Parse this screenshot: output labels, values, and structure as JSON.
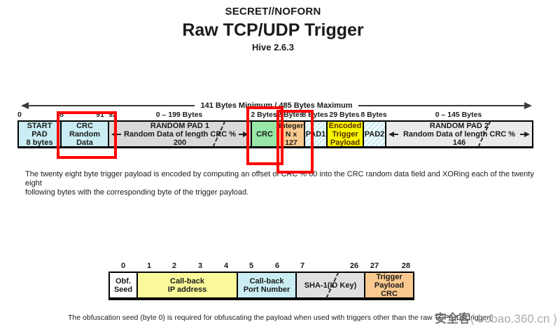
{
  "header": {
    "classification": "SECRET//NOFORN",
    "title": "Raw TCP/UDP Trigger",
    "version": "Hive 2.6.3"
  },
  "packet_diagram": {
    "size_range_label": "141 Bytes Minimum / 485 Bytes Maximum",
    "byte_labels": [
      "0",
      "8",
      "91",
      "92",
      "0 – 199 Bytes",
      "2 Bytes",
      "2 Bytes",
      "8 Bytes",
      "29 Bytes",
      "8 Bytes",
      "0 – 145 Bytes"
    ],
    "fields": {
      "start_pad": "START\nPAD\n8 bytes",
      "crc_random_data": "CRC\nRandom\nData",
      "random_pad1_title": "RANDOM PAD 1",
      "random_pad1_sub": "Random Data of length CRC % 200",
      "crc": "CRC",
      "integer": "Integer\nN x 127",
      "pad1": "PAD1",
      "encoded_trigger_payload": "Encoded\nTrigger\nPayload",
      "pad2": "PAD2",
      "random_pad2_title": "RANDOM PAD 2",
      "random_pad2_sub": "Random Data of length CRC % 146"
    }
  },
  "paragraph": {
    "lines": [
      "The twenty eight byte trigger payload is encoded by computing an offset of CRC % 60 into the CRC random data field and XORing each of the twenty eight",
      "following bytes with the corresponding byte of the trigger payload."
    ]
  },
  "payload_diagram": {
    "byte_positions": [
      "0",
      "1",
      "2",
      "3",
      "4",
      "5",
      "6",
      "7",
      "26",
      "27",
      "28"
    ],
    "fields": {
      "obf_seed": "Obf.\nSeed",
      "callback_ip": "Call-back\nIP address",
      "callback_port": "Call-back\nPort Number",
      "sha1": "SHA-1(ID Key)",
      "trigger_crc": "Trigger\nPayload CRC"
    }
  },
  "footer": {
    "note": "The obfuscation seed (byte 0) is required for obfuscating the payload when used with triggers other than the raw TCP/UDP trigger("
  },
  "watermark": {
    "site_name": "安全客",
    "url_part": "( bobao.360.cn )"
  },
  "colors": {
    "highlight_red": "#ff0000",
    "cyan_field": "#c9edf2",
    "green_field": "#97e8a6",
    "orange_field": "#f9c98f",
    "yellow_field": "#f5f500",
    "pale_yellow_field": "#fafa9b",
    "gray_field": "#d9d9d9",
    "light_gray_field": "#eaeaea",
    "sha_gray_field": "#e0e0e0",
    "encoded_text": "#5a2d00"
  }
}
